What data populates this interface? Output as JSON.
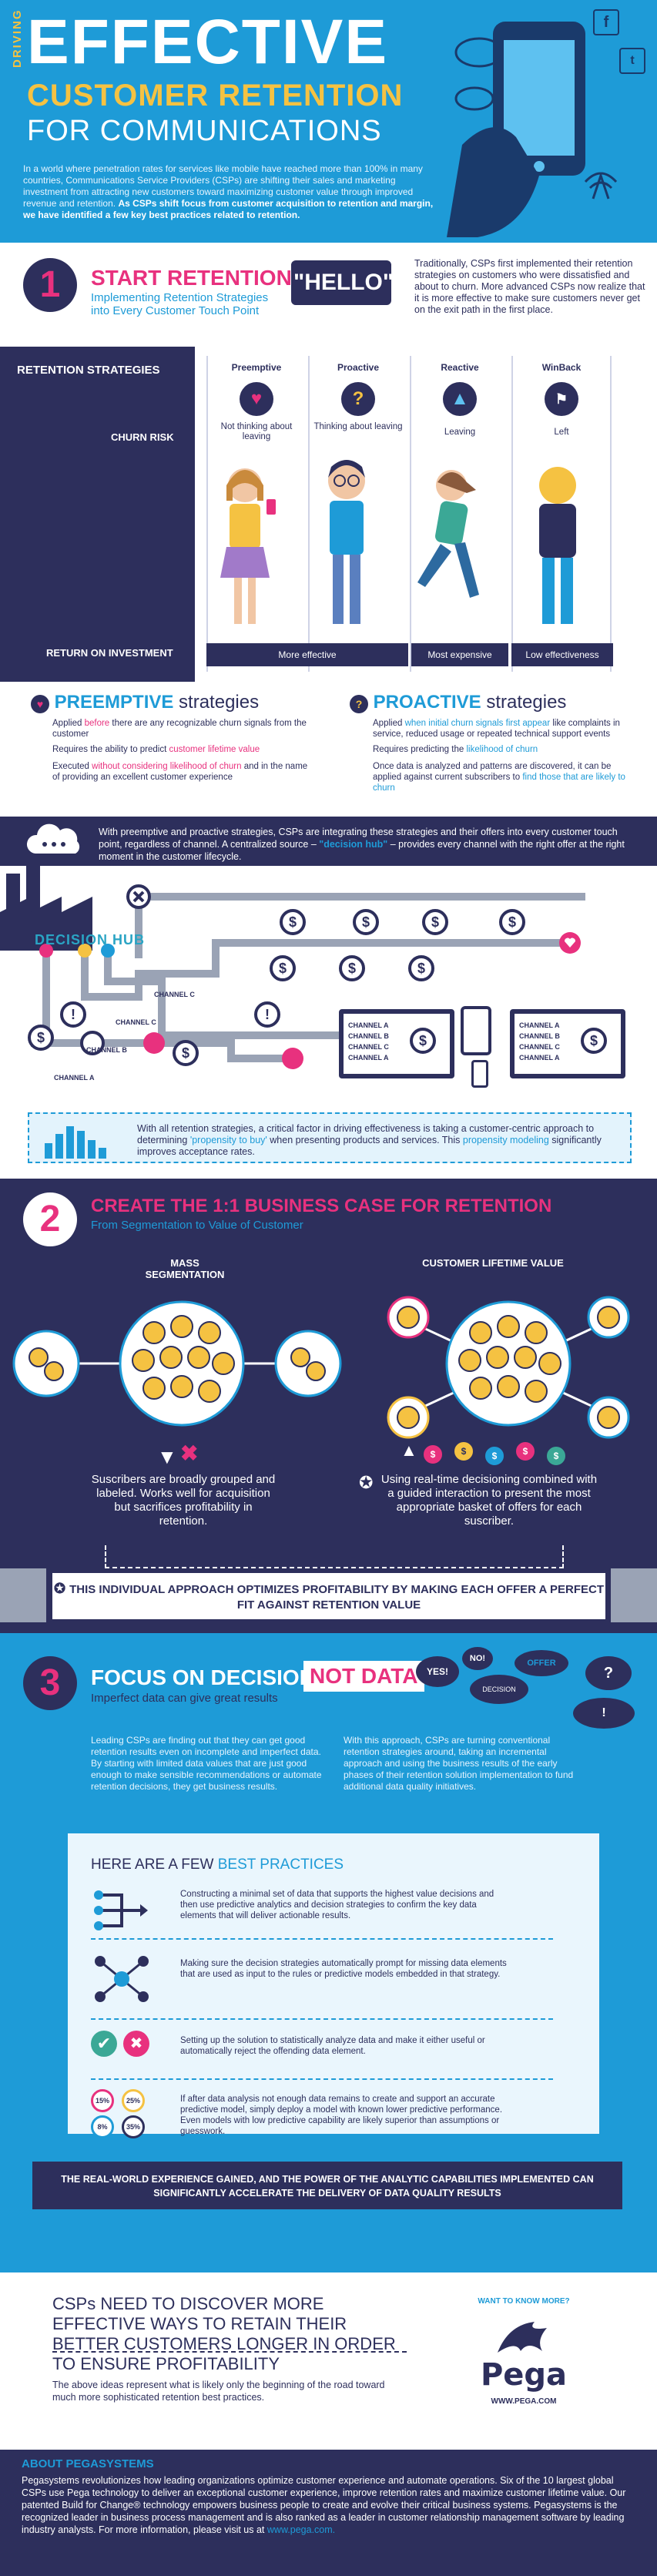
{
  "header": {
    "driving": "DRIVING",
    "title1": "EFFECTIVE",
    "title2": "CUSTOMER RETENTION",
    "title3": "FOR COMMUNICATIONS",
    "intro": "In a world where penetration rates for services like mobile have reached more than 100% in many countries, Communications Service Providers (CSPs) are shifting their sales and marketing investment from attracting new customers toward maximizing customer value through improved revenue and retention.",
    "intro_bold": "As CSPs shift focus from customer acquisition to retention and margin, we have identified a few key best practices related to retention.",
    "facebook": "f",
    "twitter": "t"
  },
  "section1": {
    "number": "1",
    "title": "START RETENTION AT",
    "hello": "\"HELLO\"",
    "subtitle": "Implementing Retention Strategies into Every Customer Touch Point",
    "text": "Traditionally, CSPs first implemented their retention strategies on customers who were dissatisfied and about to churn. More advanced CSPs now realize that it is more effective to make sure customers never get on the exit path in the first place."
  },
  "strategies": {
    "header": "RETENTION STRATEGIES",
    "churn_label": "CHURN RISK",
    "roi_label": "RETURN ON INVESTMENT",
    "columns": [
      {
        "name": "Preemptive",
        "risk": "Not thinking about leaving",
        "roi": "More effective"
      },
      {
        "name": "Proactive",
        "risk": "Thinking about leaving",
        "roi": ""
      },
      {
        "name": "Reactive",
        "risk": "Leaving",
        "roi": "Most expensive"
      },
      {
        "name": "WinBack",
        "risk": "Left",
        "roi": "Low effectiveness"
      }
    ]
  },
  "preemptive": {
    "title": "PREEMPTIVE",
    "title_suffix": "strategies",
    "p1a": "Applied",
    "p1b": "before",
    "p1c": "there are any recognizable churn signals from the customer",
    "p2a": "Requires the ability to predict",
    "p2b": "customer lifetime value",
    "p3a": "Executed",
    "p3b": "without considering likelihood of churn",
    "p3c": "and in the name of providing an excellent customer experience"
  },
  "proactive": {
    "title": "PROACTIVE",
    "title_suffix": "strategies",
    "p1a": "Applied",
    "p1b": "when initial churn signals first appear",
    "p1c": "like complaints in service, reduced usage or repeated technical support events",
    "p2a": "Requires predicting the",
    "p2b": "likelihood of churn",
    "p3a": "Once data is analyzed and patterns are discovered, it can be applied against current subscribers to",
    "p3b": "find those that are likely to churn"
  },
  "hub": {
    "intro_a": "With preemptive and proactive strategies, CSPs are integrating these strategies and their offers into every customer touch point, regardless of channel. A centralized source –",
    "intro_b": "\"decision hub\"",
    "intro_c": "– provides every channel with the right offer at the right moment in the customer lifecycle.",
    "label": "DECISION HUB",
    "channel_a": "CHANNEL A",
    "channel_b": "CHANNEL B",
    "channel_c": "CHANNEL C",
    "dollar": "$",
    "note_a": "With all retention strategies, a critical factor in driving effectiveness is taking a customer-centric approach to determining",
    "note_b": "'propensity to buy'",
    "note_c": "when presenting products and services. This",
    "note_d": "propensity modeling",
    "note_e": "significantly improves acceptance rates."
  },
  "section2": {
    "number": "2",
    "title": "CREATE THE 1:1 BUSINESS CASE FOR RETENTION",
    "subtitle": "From Segmentation to Value of Customer",
    "mass": "MASS SEGMENTATION",
    "clv": "CUSTOMER LIFETIME VALUE",
    "mass_text": "Suscribers are broadly grouped and labeled. Works well for acquisition but sacrifices profitability in retention.",
    "clv_text": "Using real-time decisioning combined with a guided interaction to present the most appropriate basket of offers for each suscriber.",
    "banner": "THIS INDIVIDUAL APPROACH OPTIMIZES PROFITABILITY BY MAKING EACH OFFER A PERFECT FIT AGAINST RETENTION VALUE"
  },
  "section3": {
    "number": "3",
    "title": "FOCUS ON DECISIONS,",
    "title_b": "NOT DATA",
    "subtitle": "Imperfect data can give great results",
    "bubbles": [
      "YES!",
      "NO!",
      "OFFER",
      "DECISION"
    ],
    "left_text": "Leading CSPs are finding out that they can get good retention results even on incomplete and imperfect data. By starting with limited data values that are just good enough to make sensible recommendations or automate retention decisions, they get business results.",
    "right_text": "With this approach, CSPs are turning conventional retention strategies around, taking an incremental approach and using the business results of the early phases of their retention solution implementation to fund additional data quality initiatives.",
    "bp_title_a": "HERE ARE A FEW",
    "bp_title_b": "BEST PRACTICES",
    "practices": [
      "Constructing a minimal set of data that supports the highest value decisions and then use predictive analytics and decision strategies to confirm the key data elements that will deliver actionable results.",
      "Making sure the decision strategies automatically prompt for missing data elements that are used as input to the rules or predictive models embedded in that strategy.",
      "Setting up the solution to statistically analyze data and make it either useful or automatically reject the offending data element.",
      "If after data analysis not enough data remains to create and support an accurate predictive model, simply deploy a model with known lower predictive performance. Even models with low predictive capability are likely superior than assumptions or guesswork."
    ],
    "pcts": [
      "15%",
      "25%",
      "8%",
      "35%"
    ],
    "banner": "THE REAL-WORLD EXPERIENCE GAINED, AND THE POWER OF THE ANALYTIC CAPABILITIES IMPLEMENTED CAN SIGNIFICANTLY ACCELERATE THE DELIVERY OF DATA QUALITY RESULTS"
  },
  "conclusion": {
    "title": "CSPs NEED TO DISCOVER MORE EFFECTIVE WAYS TO RETAIN THEIR BETTER CUSTOMERS LONGER IN ORDER TO ENSURE PROFITABILITY",
    "sub": "The above ideas represent what is likely only the beginning of the road toward much more sophisticated retention best practices.",
    "want": "WANT TO KNOW MORE?",
    "pega": "Pega",
    "url": "WWW.PEGA.COM"
  },
  "about": {
    "title": "ABOUT PEGASYSTEMS",
    "text": "Pegasystems revolutionizes how leading organizations optimize customer experience and automate operations. Six of the 10 largest global CSPs use Pega technology to deliver an exceptional customer experience, improve retention rates and maximize customer lifetime value. Our patented Build for Change® technology empowers business people to create and evolve their critical business systems. Pegasystems is the recognized leader in business process management and is also ranked as a leader in customer relationship management software by leading industry analysts. For more information, please visit us at",
    "link": "www.pega.com."
  },
  "colors": {
    "navy": "#2d2f5c",
    "blue": "#1e9bd7",
    "pink": "#e8317e",
    "yellow": "#f5c242"
  }
}
